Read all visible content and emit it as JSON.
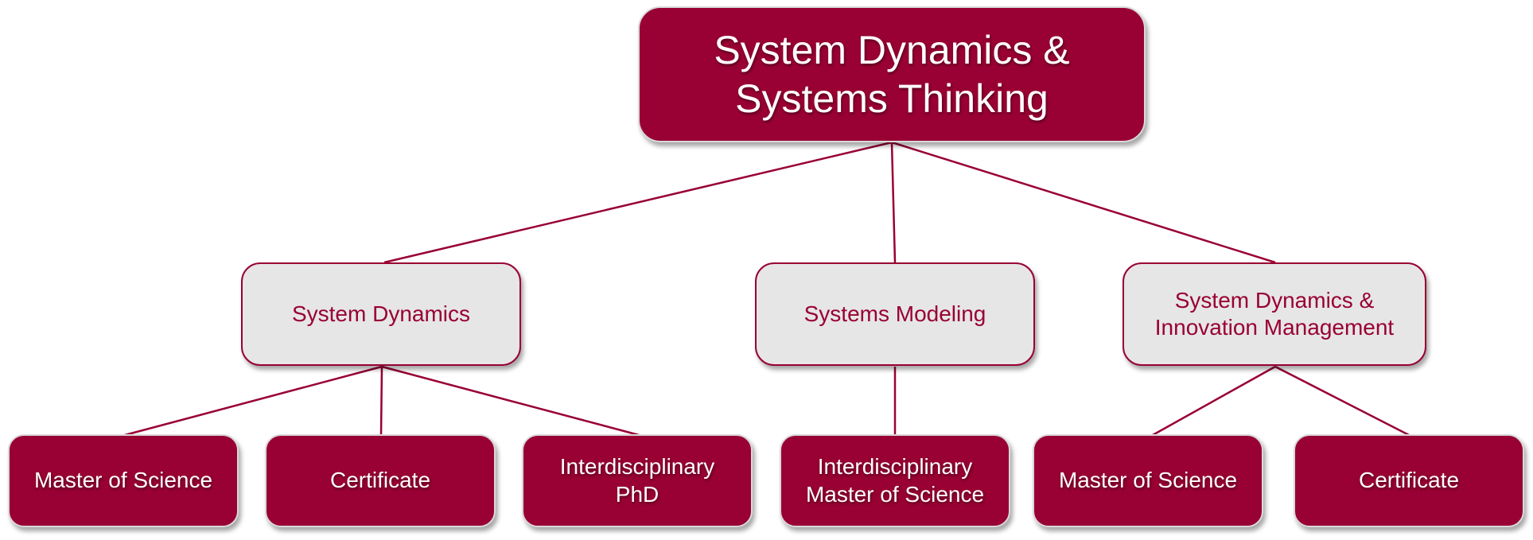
{
  "diagram": {
    "type": "hierarchy",
    "colors": {
      "primary": "#990033",
      "secondary_fill": "#e6e6e6",
      "text_on_primary": "#ffffff"
    },
    "root": {
      "label_lines": [
        "System Dynamics &",
        "Systems Thinking"
      ]
    },
    "programs": [
      {
        "label_lines": [
          "System Dynamics"
        ],
        "children": [
          {
            "label_lines": [
              "Master of Science"
            ]
          },
          {
            "label_lines": [
              "Certificate"
            ]
          },
          {
            "label_lines": [
              "Interdisciplinary",
              "PhD"
            ]
          }
        ]
      },
      {
        "label_lines": [
          "Systems Modeling"
        ],
        "children": [
          {
            "label_lines": [
              "Interdisciplinary",
              "Master of Science"
            ]
          }
        ]
      },
      {
        "label_lines": [
          "System Dynamics &",
          "Innovation Management"
        ],
        "children": [
          {
            "label_lines": [
              "Master of Science"
            ]
          },
          {
            "label_lines": [
              "Certificate"
            ]
          }
        ]
      }
    ]
  }
}
